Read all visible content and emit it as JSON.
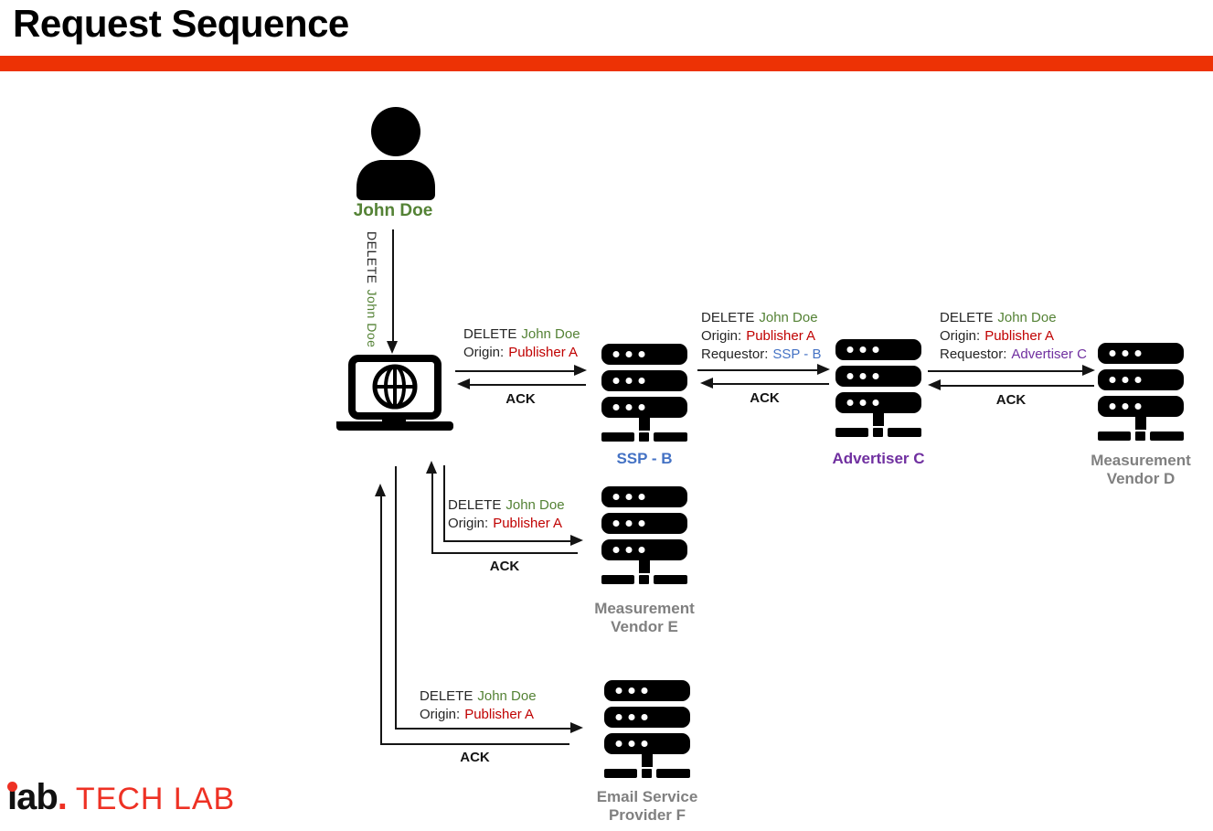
{
  "title": "Request Sequence",
  "colors": {
    "accent_bar": "#ED3205",
    "subject_green": "#548235",
    "origin_red": "#C00000",
    "ssp_blue": "#4472C4",
    "advertiser_purple": "#7030A0",
    "vendor_gray": "#808080",
    "logo_red": "#EE3124",
    "text_dark": "#262626"
  },
  "nodes": {
    "user": {
      "label": "John Doe"
    },
    "ssp": {
      "label": "SSP - B"
    },
    "advertiser": {
      "label": "Advertiser C"
    },
    "vendor_d": {
      "line1": "Measurement",
      "line2": "Vendor D"
    },
    "vendor_e": {
      "line1": "Measurement",
      "line2": "Vendor E"
    },
    "esp_f": {
      "line1": "Email Service",
      "line2": "Provider F"
    }
  },
  "messages": {
    "user_to_device": {
      "verb": "DELETE",
      "subject": "John Doe"
    },
    "device_to_ssp": {
      "verb": "DELETE",
      "subject": "John Doe",
      "origin_key": "Origin:",
      "origin_val": "Publisher A",
      "ack": "ACK"
    },
    "ssp_to_advertiser": {
      "verb": "DELETE",
      "subject": "John Doe",
      "origin_key": "Origin:",
      "origin_val": "Publisher A",
      "requestor_key": "Requestor:",
      "requestor_val": "SSP - B",
      "ack": "ACK"
    },
    "advertiser_to_vendor_d": {
      "verb": "DELETE",
      "subject": "John Doe",
      "origin_key": "Origin:",
      "origin_val": "Publisher A",
      "requestor_key": "Requestor:",
      "requestor_val": "Advertiser C",
      "ack": "ACK"
    },
    "device_to_vendor_e": {
      "verb": "DELETE",
      "subject": "John Doe",
      "origin_key": "Origin:",
      "origin_val": "Publisher A",
      "ack": "ACK"
    },
    "device_to_esp_f": {
      "verb": "DELETE",
      "subject": "John Doe",
      "origin_key": "Origin:",
      "origin_val": "Publisher A",
      "ack": "ACK"
    }
  },
  "logo": {
    "brand": "iab",
    "brand_dot": ".",
    "suffix": "TECH LAB"
  }
}
